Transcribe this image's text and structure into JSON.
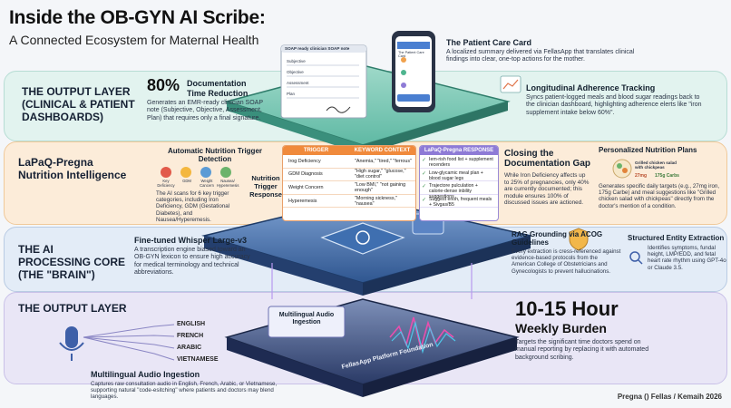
{
  "header": {
    "title": "Inside the OB-GYN AI Scribe:",
    "subtitle": "A Connected Ecosystem for Maternal Health"
  },
  "layers": {
    "output_top": "THE OUTPUT LAYER (CLINICAL & PATIENT DASHBOARDS)",
    "nutrition": "LaPaQ-Pregna Nutrition Intelligence",
    "core": "THE AI PROCESSING CORE (THE \"BRAIN\")",
    "output_bottom": "THE OUTPUT LAYER"
  },
  "doc": {
    "big": "80%",
    "label": "Documentation Time Reduction",
    "desc": "Generates an EMR-ready clinician SOAP note (Subjective, Objective, Assessment, Plan) that requires only a final signature."
  },
  "patient_card": {
    "title": "The Patient Care Card",
    "desc": "A localized summary delivered via FellasApp that translates clinical findings into clear, one-top actions for the mother."
  },
  "adherence": {
    "title": "Longitudinal Adherence Tracking",
    "desc": "Syncs patient-logged meals and blood sugar readings back to the clinician dashboard, highlighting adherence elerts like \"iron supplement intake below 60%\"."
  },
  "auto_trigger": {
    "title": "Automatic Nutrition Trigger Detection",
    "icons": [
      "Key Deficiency",
      "GDM",
      "Weight Cancern",
      "Nausea/ Hyperemesis"
    ],
    "desc": "The AI scans for 6 key trigger categories, including Iron Deficiency, GDM (Gestational Diabetes), and Nausea/Hyperemesis."
  },
  "trigger_response": "Nutrition Trigger Response",
  "kw_table": {
    "headers": [
      "TRIGGER",
      "KEYWORD CONTEXT"
    ],
    "rows": [
      [
        "Irog Deficiency",
        "\"Anemia,\" \"tired,\" \"ferrous\""
      ],
      [
        "GDM Diagnosis",
        "\"High sugar,\" \"glucose,\" \"diet control\""
      ],
      [
        "Weight Concern",
        "\"Low BMI,\" \"not gaining enough\""
      ],
      [
        "Hyperemesis",
        "\"Morning sickness,\" \"nausea\""
      ]
    ]
  },
  "resp_table": {
    "header": "LaPaQ-Pregna RESPONSE",
    "rows": [
      "Iem-rish food list + supplement recenders",
      "Low-glycamic meal plan + blood sugar legs",
      "Trajectore pulculation + calorie-dense inbility suggestions",
      "Suggest enoh, frequent meals + Sivgas/B5"
    ]
  },
  "gap": {
    "title": "Closing the Documentation Gap",
    "desc": "While Iron Deficiency affects up to 25% of pregnancies, only 40% are currently documented; this module ensures 100% of discussed issues are actioned."
  },
  "plans": {
    "title": "Personalized Nutrition Plans",
    "card_title": "Grilled chicken salad with chickpeas",
    "stat1": "27mg",
    "stat2": "175g Carbs",
    "desc": "Generates specific daily targets (e.g., 27mg iron, 175g Carbe) and meal suggestions like \"Grilled chicken salad with chickpeas\" directly from the doctor's mention of a condition."
  },
  "whisper": {
    "title": "Fine-tuned Whisper Large-v3",
    "desc": "A transcription engine biased toward an OB-GYN lexicon to ensure high accuracy for medical terminology and technical abbreviations."
  },
  "rag": {
    "title": "RAG Grounding via ACOG Guidelines",
    "desc": "Every extraction is cress-referenced against evidence-based protocols from the American College of Obstetricians and Gynecologists to prevent hallucinations."
  },
  "entity": {
    "title": "Structured Entity Extraction",
    "desc": "Identifies symptoms, fundal height, LMP/EDD, and fetal heart rate rhythm using GPT-4o or Claude 3.5."
  },
  "burden": {
    "big": "10-15 Hour",
    "label": "Weekly Burden",
    "desc": "Targets the significant time doctors spend on manual reporting by replacing it with automated background scribing."
  },
  "languages": [
    "ENGLISH",
    "FRENCH",
    "ARABIC",
    "VIETNAMESE"
  ],
  "audio_box": "Multilingual Audio Ingestion",
  "platform_label": "FellasApp Platform Foundation",
  "ingestion": {
    "title": "Multilingual Audio Ingestion",
    "desc": "Captures raw consultation audio in English, French, Arabic, or Vietnamese, supporting natural \"code-esitching\" where patients and doctors may blend languages."
  },
  "soap": {
    "header": "SOAP ready clinician SOAP note",
    "lines": [
      "Subjective",
      "Objective",
      "Assessment",
      "Plan"
    ]
  },
  "phone": {
    "header": "The Patient Care Card"
  },
  "footer": "Pregna () Fellas / Kemaih 2026",
  "colors": {
    "teal": "#3aa893",
    "orange": "#f08a3c",
    "purple": "#8e7bd6",
    "navy": "#1d3a66"
  }
}
